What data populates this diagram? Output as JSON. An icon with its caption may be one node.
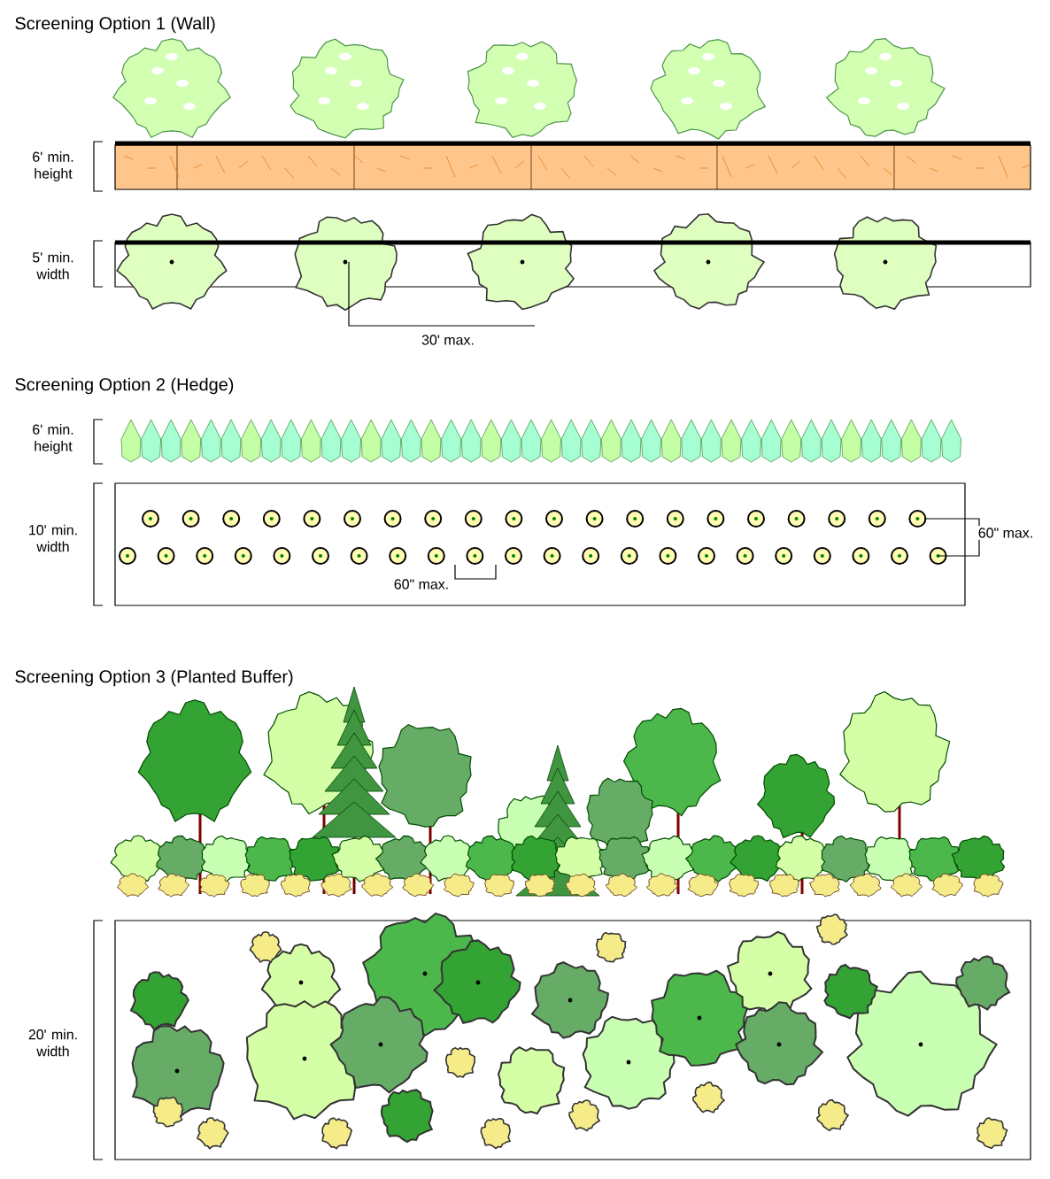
{
  "diagram": {
    "labels": [
      "Screening Option 1 (Wall)",
      "6' min. height",
      "5' min. width",
      "30' max.",
      "Screening Option 2 (Hedge)",
      "6' min. height",
      "10' min. width",
      "60\" max.",
      "60\" max.",
      "Screening Option 3 (Planted Buffer)",
      "20' min. width"
    ]
  }
}
